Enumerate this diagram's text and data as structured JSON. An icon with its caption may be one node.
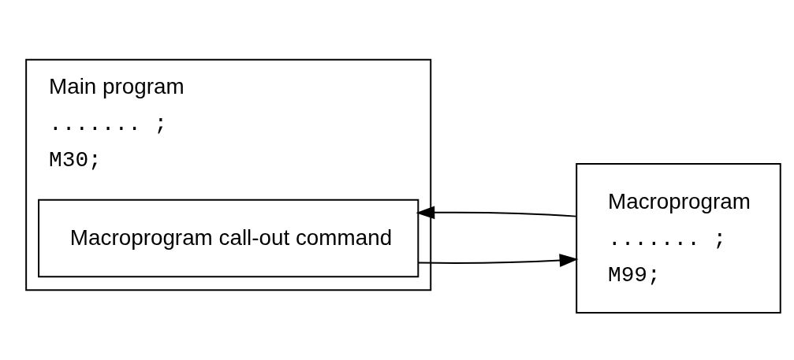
{
  "diagram": {
    "nodes": [
      {
        "text": [
          "Main program",
          "....... ;",
          "M30;"
        ]
      },
      {
        "text": [
          "Macroprogram call-out command"
        ],
        "in": 0
      },
      {
        "text": [
          "Macroprogram",
          "....... ;",
          "M99;"
        ]
      }
    ],
    "edges": [
      {
        "from": 1,
        "to": 2,
        "arrow": "to"
      },
      {
        "from": 2,
        "to": 1,
        "arrow": "to"
      }
    ]
  }
}
